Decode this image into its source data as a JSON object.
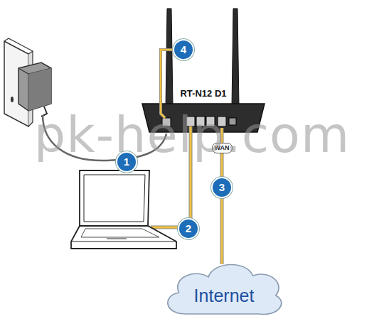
{
  "diagram": {
    "nodes": [
      {
        "text": [
          "RT-N12 D1"
        ]
      },
      {
        "text": [
          "Internet"
        ]
      }
    ],
    "edges": [
      {
        "from": 0,
        "to": 1,
        "arrow": "none"
      }
    ],
    "labels": [
      "4",
      "1",
      "2",
      "3",
      "WAN",
      "pk-help.com"
    ]
  }
}
